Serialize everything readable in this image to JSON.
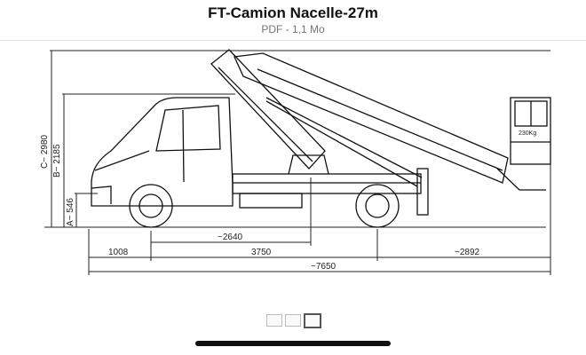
{
  "document": {
    "title": "FT-Camion Nacelle-27m",
    "subtitle": "PDF - 1,1 Mo"
  },
  "drawing": {
    "dims": {
      "c": "C~ 2980",
      "b": "B~ 2185",
      "a": "A~ 546",
      "d_2640": "~2640",
      "d_1008": "1008",
      "d_3750": "3750",
      "d_2892": "~2892",
      "d_7650": "~7650",
      "basket_label": "230Kg"
    }
  },
  "pager": {
    "thumbnails": [
      {
        "selected": false
      },
      {
        "selected": false
      },
      {
        "selected": true
      }
    ]
  }
}
